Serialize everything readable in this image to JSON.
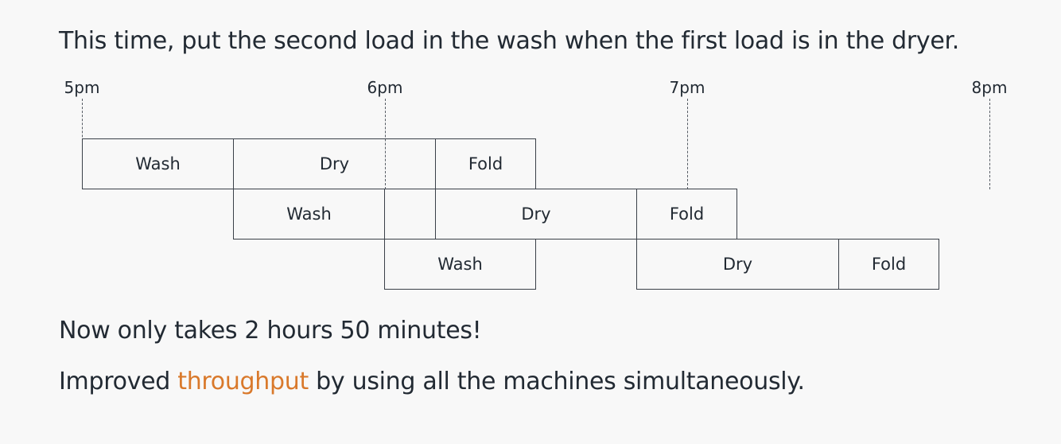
{
  "heading": "This time, put the second load in the wash when the first load is in the dryer.",
  "timeline": {
    "labels": [
      "5pm",
      "6pm",
      "7pm",
      "8pm"
    ]
  },
  "loads": [
    {
      "wash": "Wash",
      "dry": "Dry",
      "fold": "Fold"
    },
    {
      "wash": "Wash",
      "dry": "Dry",
      "fold": "Fold"
    },
    {
      "wash": "Wash",
      "dry": "Dry",
      "fold": "Fold"
    }
  ],
  "summary": {
    "line1": "Now only takes 2 hours 50 minutes!",
    "line2_prefix": "Improved ",
    "line2_highlight": "throughput",
    "line2_suffix": " by using all the machines simultaneously."
  },
  "colors": {
    "highlight": "#d9792b",
    "text": "#222a33",
    "background": "#f8f8f8"
  }
}
